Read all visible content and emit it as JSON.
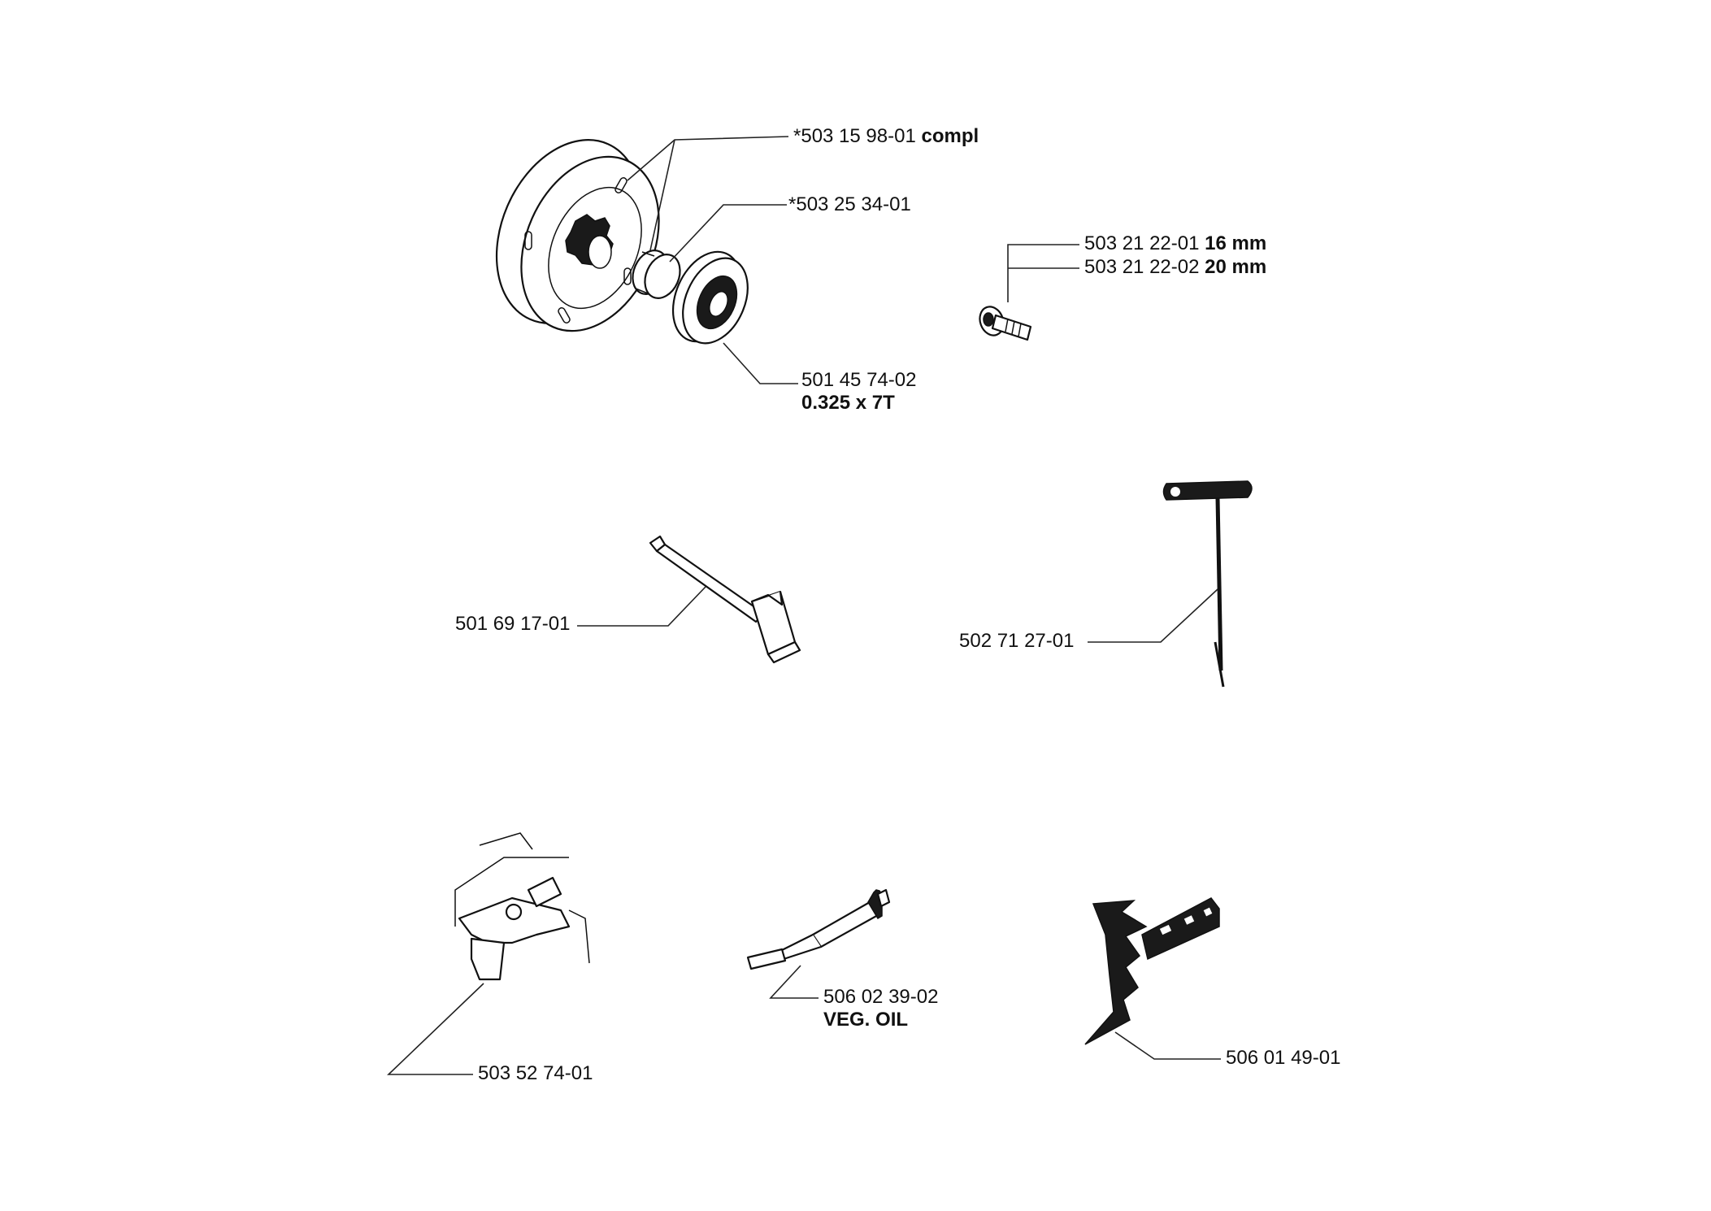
{
  "parts": {
    "clutch_drum": {
      "number": "*503 15 98-01",
      "suffix": "compl"
    },
    "needle_bearing": {
      "number": "*503 25 34-01",
      "suffix": ""
    },
    "sprocket": {
      "number": "501 45 74-02",
      "suffix": "0.325 x 7T"
    },
    "bar_bolt_16": {
      "number": "503 21 22-01",
      "suffix": "16 mm"
    },
    "bar_bolt_20": {
      "number": "503 21 22-02",
      "suffix": "20 mm"
    },
    "combi_wrench": {
      "number": "501 69 17-01",
      "suffix": ""
    },
    "torx_key": {
      "number": "502 71 27-01",
      "suffix": ""
    },
    "bumper_spike": {
      "number": "503 52 74-01",
      "suffix": ""
    },
    "grease_gun": {
      "number": "506 02 39-02",
      "suffix": "VEG. OIL"
    },
    "depth_gauge": {
      "number": "506 01 49-01",
      "suffix": ""
    }
  }
}
